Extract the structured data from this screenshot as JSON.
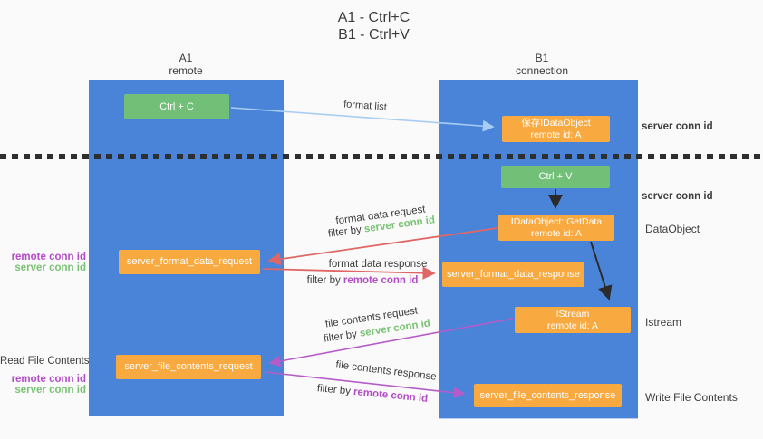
{
  "title": {
    "line1": "A1 - Ctrl+C",
    "line2": "B1 - Ctrl+V"
  },
  "lanes": {
    "a1": {
      "name": "A1",
      "role": "remote"
    },
    "b1": {
      "name": "B1",
      "role": "connection"
    }
  },
  "nodes": {
    "ctrl_c": "Ctrl + C",
    "ctrl_v": "Ctrl + V",
    "save_idataobject": {
      "line1": "保存IDataObject",
      "line2": "remote id: A"
    },
    "getdata": {
      "line1": "IDataObject::GetData",
      "line2": "remote id: A"
    },
    "istream": {
      "line1": "IStream",
      "line2": "remote id: A"
    },
    "format_request": "server_format_data_request",
    "format_response": "server_format_data_response",
    "file_request": "server_file_contents_request",
    "file_response": "server_file_contents_response"
  },
  "arrow_labels": {
    "format_list": "format list",
    "format_data_request": "format data request",
    "format_data_response": "format data response",
    "file_contents_request": "file contents request",
    "file_contents_response": "file contents response",
    "filter_by": "filter by ",
    "server_conn_id": "server conn id",
    "remote_conn_id": "remote conn id"
  },
  "side_labels": {
    "server_conn_id": "server conn id",
    "remote_conn_id": "remote conn id",
    "dataobject": "DataObject",
    "istream": "Istream",
    "read_file_contents": "Read File Contents",
    "write_file_contents": "Write File Contents"
  },
  "colors": {
    "lane_blue": "#4a84d8",
    "node_green": "#72c077",
    "node_orange": "#f8a940",
    "arrow_light_blue": "#a9cdf2",
    "arrow_black": "#2b2b2b",
    "arrow_red": "#e06666",
    "arrow_purple": "#b65cc8",
    "text_green": "#79c274",
    "text_purple": "#b44bc8",
    "text_dark": "#3d3d3d"
  }
}
